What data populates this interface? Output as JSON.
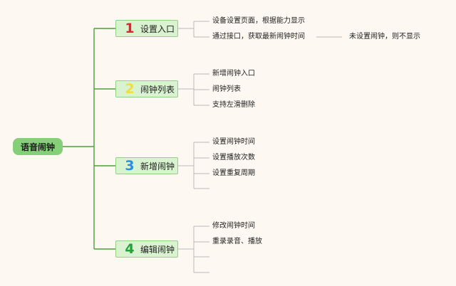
{
  "root": {
    "label": "语音闹钟"
  },
  "branches": [
    {
      "number": "1",
      "number_color": "#e0242e",
      "label": "设置入口",
      "items": [
        "设备设置页面，根据能力显示",
        "通过接口，获取最新闹钟时间"
      ],
      "note": "未设置闹钟，则不显示"
    },
    {
      "number": "2",
      "number_color": "#f3dc3c",
      "label": "闹钟列表",
      "items": [
        "新增闹钟入口",
        "闹钟列表",
        "支持左滑删除"
      ]
    },
    {
      "number": "3",
      "number_color": "#2a8de6",
      "label": "新增闹钟",
      "items": [
        "设置闹钟时间",
        "设置播放次数",
        "设置重复周期",
        ""
      ]
    },
    {
      "number": "4",
      "number_color": "#24a23a",
      "label": "编辑闹钟",
      "items": [
        "修改闹钟时间",
        "重录录音、播放",
        "",
        ""
      ]
    }
  ],
  "colors": {
    "line": "#4f9e3e",
    "sub_line": "#b9b9b9",
    "root_fill": "#84cf78",
    "branch_fill": "#d9f2cf"
  }
}
